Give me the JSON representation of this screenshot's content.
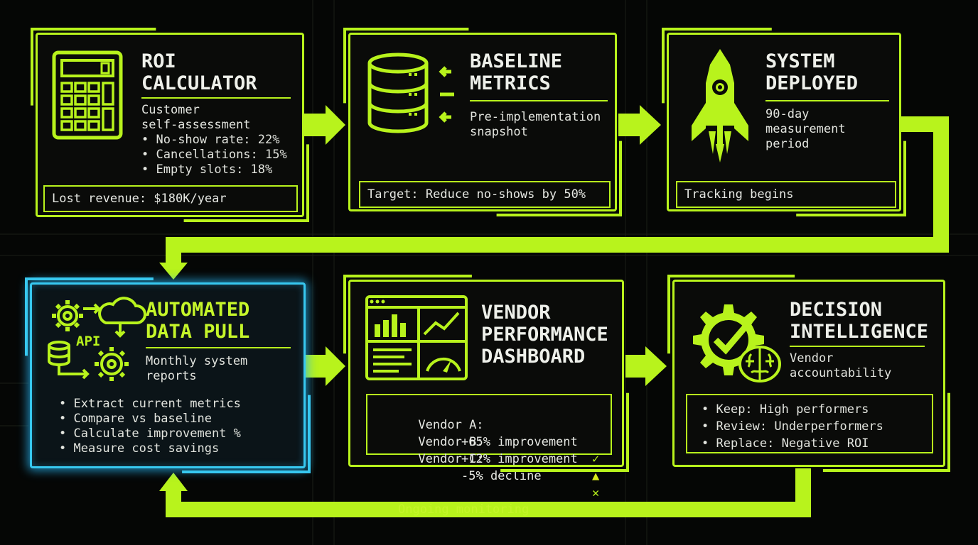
{
  "cards": {
    "roi": {
      "title_line1": "ROI",
      "title_line2": "CALCULATOR",
      "subtitle": "Customer\nself-assessment",
      "bullets": [
        "No-show rate: 22%",
        "Cancellations: 15%",
        "Empty slots: 18%"
      ],
      "footer": "Lost revenue: $180K/year"
    },
    "baseline": {
      "title_line1": "BASELINE",
      "title_line2": "METRICS",
      "subtitle": "Pre-implementation\nsnapshot",
      "footer": "Target: Reduce no-shows by 50%"
    },
    "deployed": {
      "title_line1": "SYSTEM",
      "title_line2": "DEPLOYED",
      "subtitle": "90-day\nmeasurement\nperiod",
      "footer": "Tracking begins"
    },
    "pull": {
      "title_line1": "AUTOMATED",
      "title_line2": "DATA PULL",
      "subtitle": "Monthly system\nreports",
      "bullets": [
        "Extract current metrics",
        "Compare vs baseline",
        "Calculate improvement %",
        "Measure cost savings"
      ],
      "api_label": "API"
    },
    "dashboard": {
      "title_line1": "VENDOR",
      "title_line2": "PERFORMANCE",
      "title_line3": "DASHBOARD",
      "vendors": [
        {
          "name": "Vendor A:",
          "result": "+65% improvement",
          "status": "check-icon",
          "symbol": "✓",
          "color": "#b8f31c"
        },
        {
          "name": "Vendor B:",
          "result": "+12% improvement",
          "status": "warning-icon",
          "symbol": "▲",
          "color": "#d8ea1a"
        },
        {
          "name": "Vendor C:",
          "result": "-5% decline",
          "status": "cross-icon",
          "symbol": "✕",
          "color": "#b8f31c"
        }
      ]
    },
    "decision": {
      "title_line1": "DECISION",
      "title_line2": "INTELLIGENCE",
      "subtitle": "Vendor\naccountability",
      "bullets": [
        "Keep: High performers",
        "Review: Underperformers",
        "Replace: Negative ROI"
      ]
    }
  },
  "loop_label": "Ongoing monitoring",
  "colors": {
    "accent": "#b8f31c",
    "highlight": "#37c8f0",
    "background": "#050605"
  }
}
